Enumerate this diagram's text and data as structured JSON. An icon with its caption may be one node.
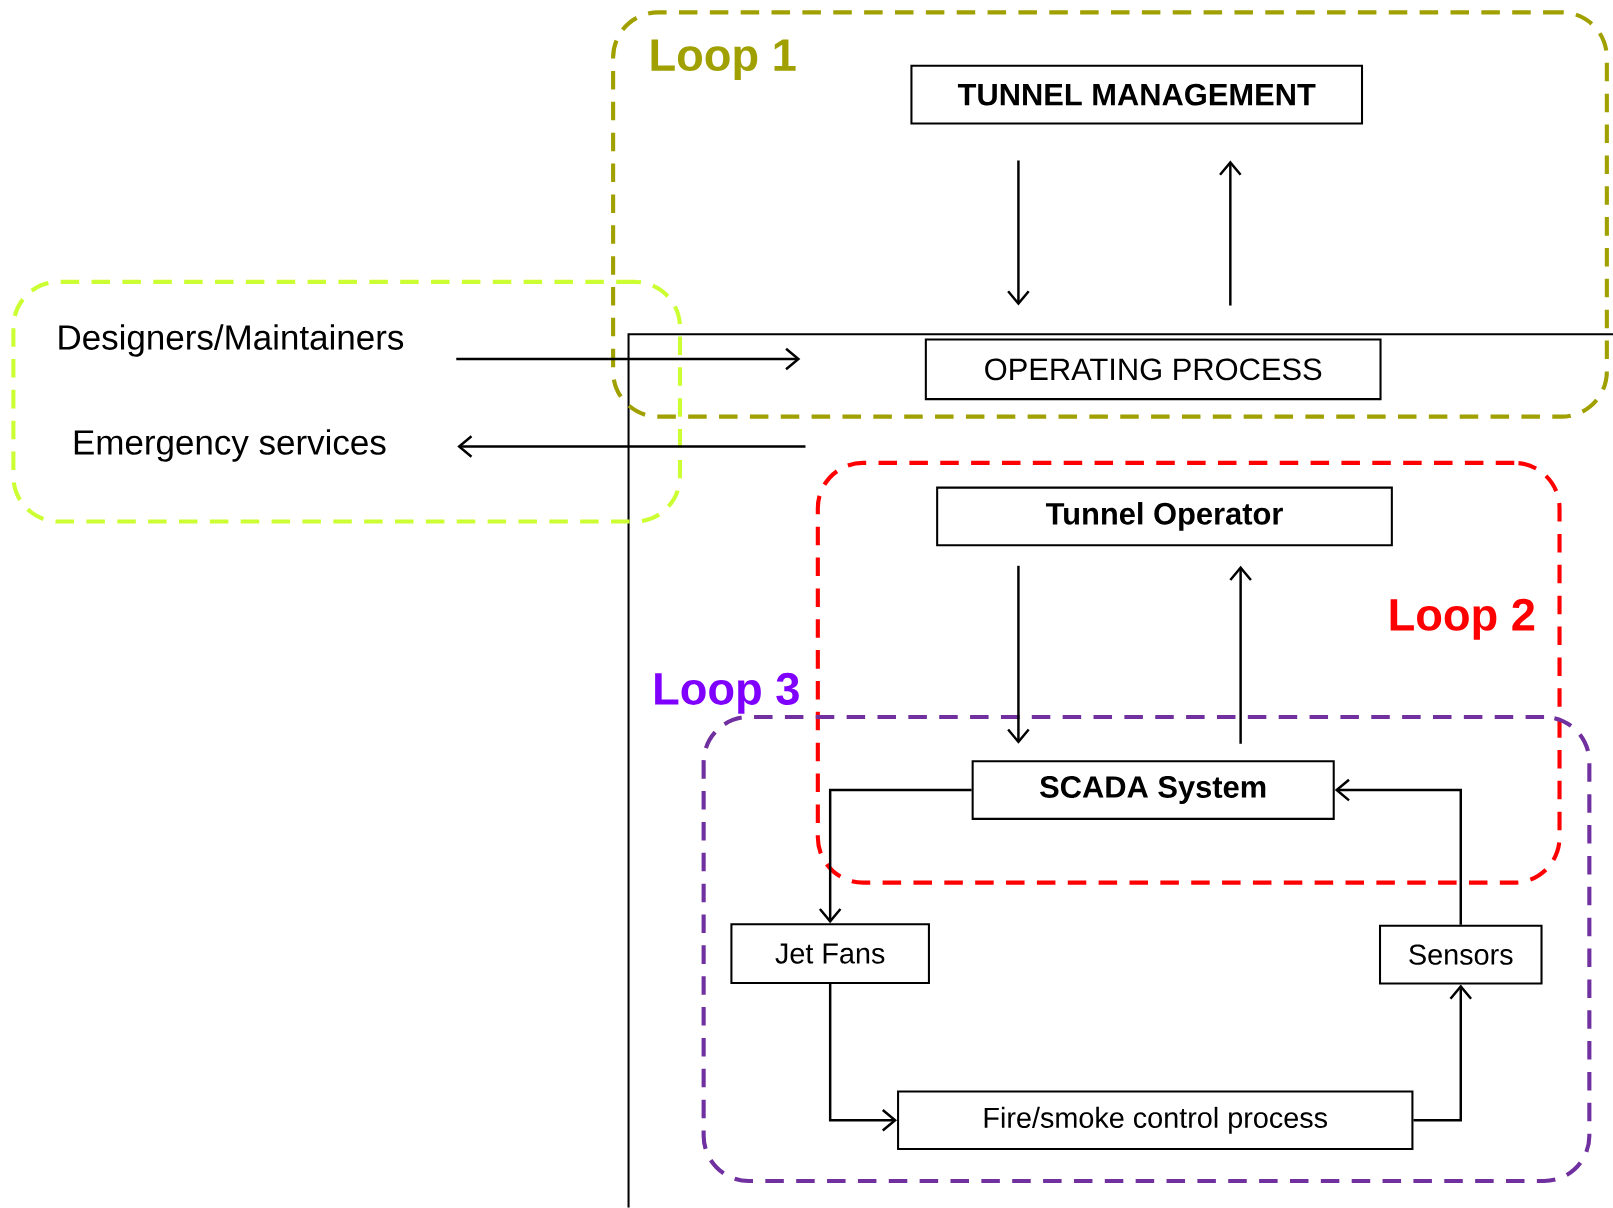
{
  "diagram": {
    "nodes": [
      {
        "text": [
          "Loop 1"
        ]
      },
      {
        "text": [
          "TUNNEL MANAGEMENT"
        ],
        "in": 0
      },
      {
        "text": [
          "OPERATING PROCESS"
        ],
        "in": 0
      },
      {
        "text": [],
        "shape": "box"
      },
      {
        "text": [
          "Designers/Maintainers"
        ],
        "in": 3
      },
      {
        "text": [
          "Emergency services"
        ],
        "in": 3
      },
      {
        "text": [
          "Loop 2"
        ]
      },
      {
        "text": [
          "Tunnel Operator"
        ],
        "in": 6
      },
      {
        "text": [
          "Loop 3"
        ]
      },
      {
        "text": [
          "SCADA System"
        ]
      },
      {
        "text": [
          "Jet Fans"
        ],
        "in": 8
      },
      {
        "text": [
          "Sensors"
        ],
        "in": 8
      },
      {
        "text": [
          "Fire/smoke control process"
        ],
        "in": 8
      }
    ],
    "edges": [
      {
        "from": 1,
        "to": 2,
        "arrow": "to"
      },
      {
        "from": 2,
        "to": 1,
        "arrow": "to"
      },
      {
        "from": 4,
        "to": null,
        "arrow": "to"
      },
      {
        "from": null,
        "to": 5,
        "arrow": "to"
      },
      {
        "from": 7,
        "to": 9,
        "arrow": "to"
      },
      {
        "from": 9,
        "to": 7,
        "arrow": "to"
      },
      {
        "from": 9,
        "to": 10,
        "arrow": "to"
      },
      {
        "from": 10,
        "to": 12,
        "arrow": "to"
      },
      {
        "from": 12,
        "to": 11,
        "arrow": "to"
      },
      {
        "from": 11,
        "to": 9,
        "arrow": "to"
      }
    ]
  }
}
